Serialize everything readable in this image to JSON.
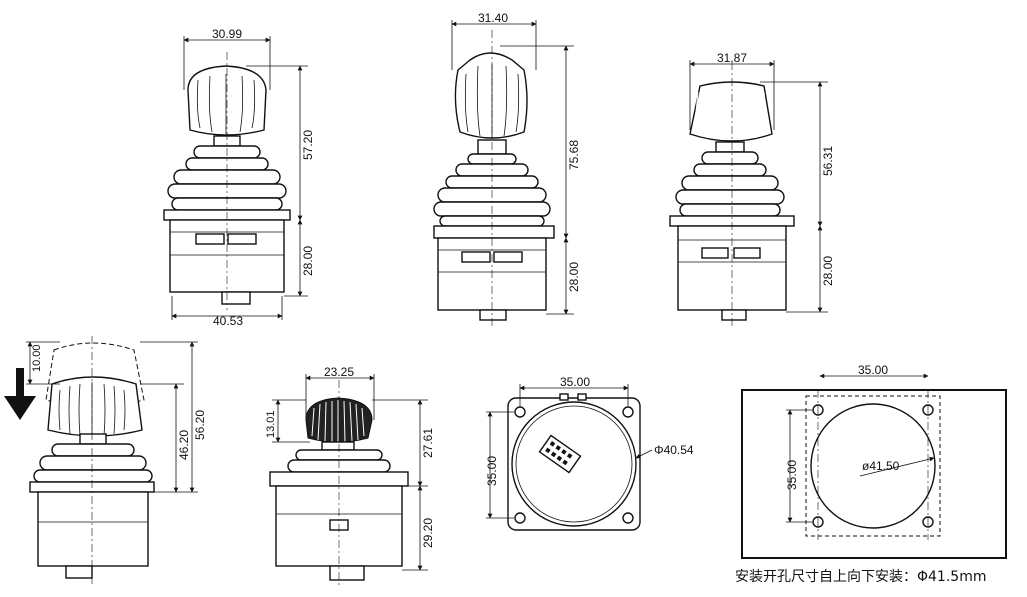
{
  "drawings": {
    "view1": {
      "width": "30.99",
      "height_top": "57.20",
      "height_base": "28.00",
      "base_width": "40.53"
    },
    "view2": {
      "width": "31.40",
      "height_top": "75.68",
      "height_base": "28.00"
    },
    "view3": {
      "width": "31.87",
      "height_top": "56.31",
      "height_base": "28.00"
    },
    "view4": {
      "travel": "10.00",
      "height_a": "46.20",
      "height_b": "56.20"
    },
    "view5": {
      "width": "23.25",
      "knob_height": "13.01",
      "height_top": "27.61",
      "height_base": "29.20"
    },
    "view6": {
      "width": "35.00",
      "height": "35.00",
      "diameter": "Φ40.54"
    },
    "view7": {
      "width": "35.00",
      "height": "35.00",
      "diameter": "ø41.50"
    }
  },
  "caption": "安装开孔尺寸自上向下安装：Φ41.5mm"
}
